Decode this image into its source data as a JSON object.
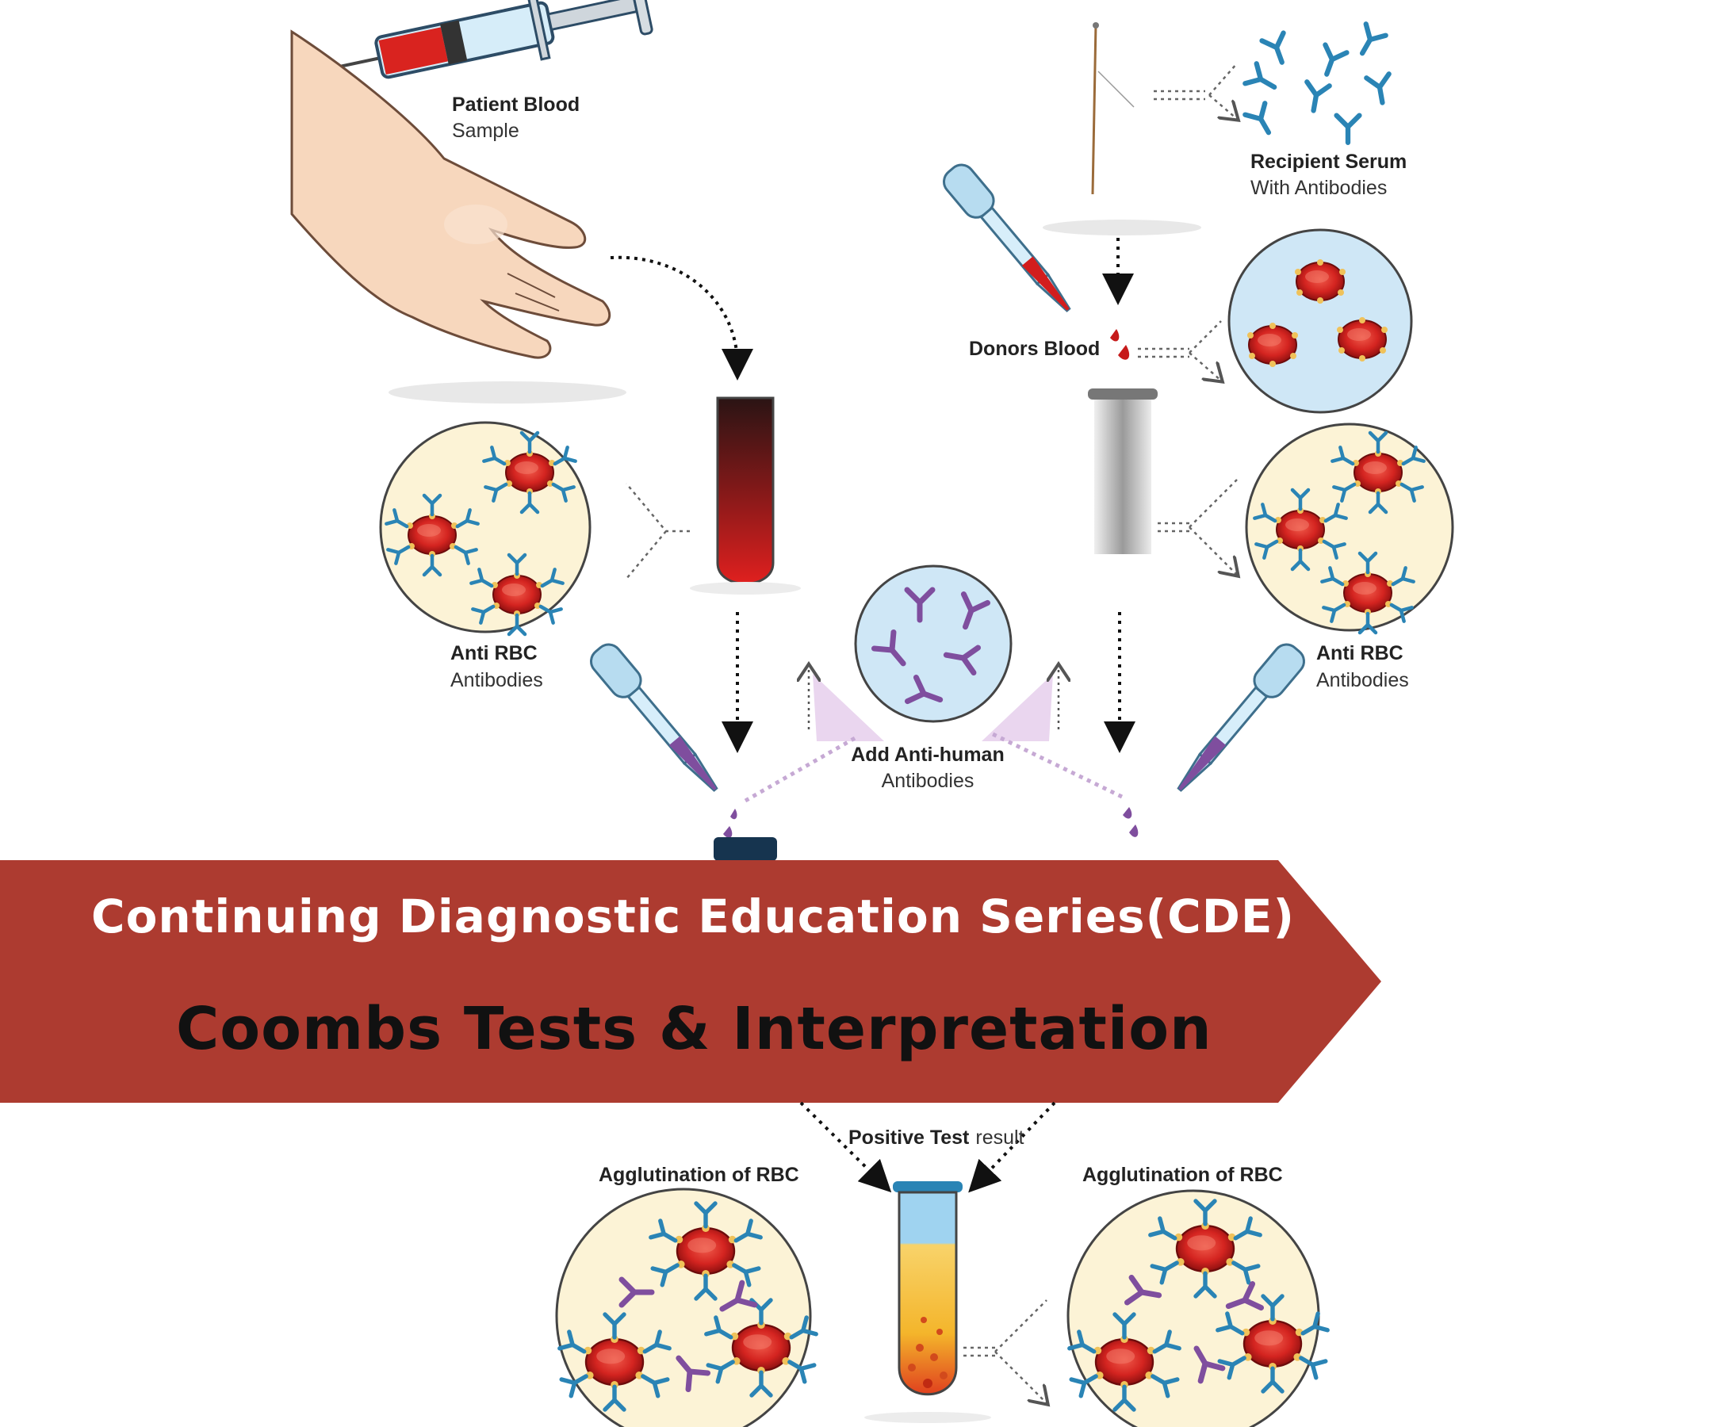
{
  "labels": {
    "patient_blood": {
      "line1": "Patient Blood",
      "line2": "Sample"
    },
    "recipient_serum": {
      "line1": "Recipient Serum",
      "line2": "With Antibodies"
    },
    "donors_blood": "Donors Blood",
    "anti_rbc_left": {
      "line1": "Anti RBC",
      "line2": "Antibodies"
    },
    "anti_rbc_right": {
      "line1": "Anti RBC",
      "line2": "Antibodies"
    },
    "add_antihuman": {
      "line1": "Add Anti-human",
      "line2": "Antibodies"
    },
    "positive_result": {
      "strong": "Positive Test",
      "rest": "result"
    },
    "agglutination_left": "Agglutination of RBC",
    "agglutination_right": "Agglutination of RBC"
  },
  "banner": {
    "title": "Continuing Diagnostic Education Series(CDE)",
    "subtitle": "Coombs Tests & Interpretation"
  },
  "colors": {
    "banner": "#ad3b30",
    "rbc": "#cc2020",
    "rbc_dark": "#8e1010",
    "antibody": "#2a84b5",
    "antihuman": "#7f4e9e",
    "circle_cream": "#fcf3d6",
    "circle_blue": "#cfe7f6",
    "pipette": "#b7dcf0",
    "skin": "#f7d7bd",
    "serum_yellow": "#f6c23c",
    "tube_cap": "#8fc9ea"
  }
}
